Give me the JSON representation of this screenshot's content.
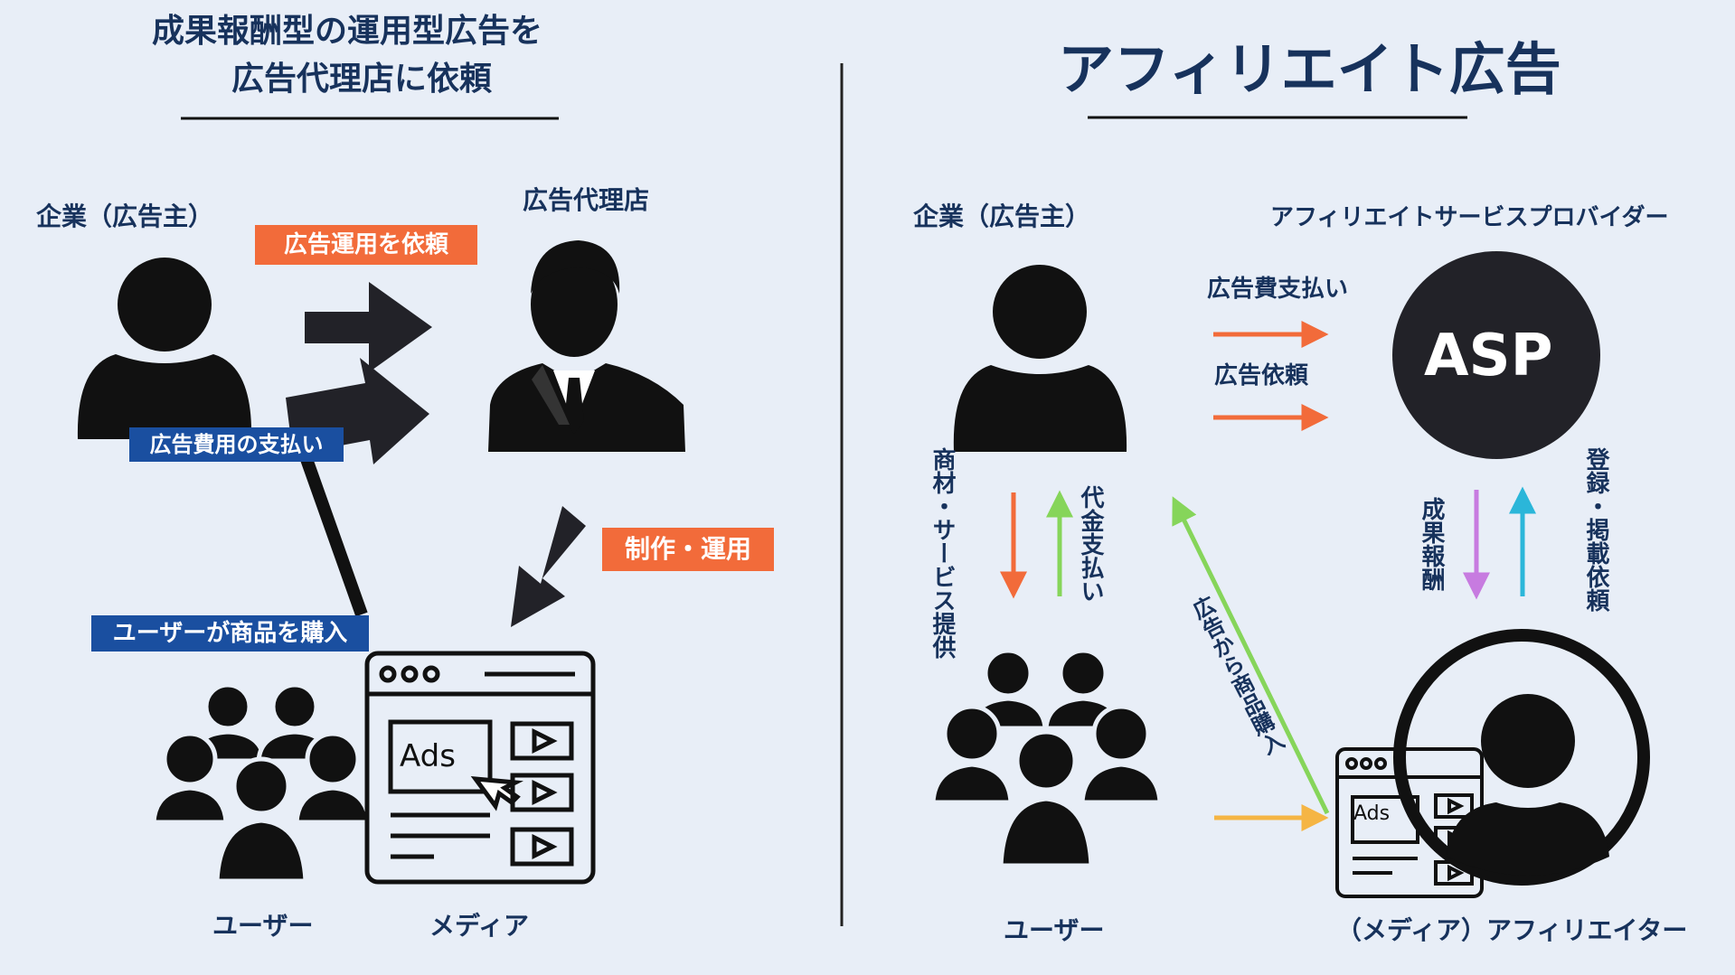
{
  "left": {
    "title_line1": "成果報酬型の運用型広告を",
    "title_line2": "広告代理店に依頼",
    "advertiser_label": "企業（広告主）",
    "agency_label": "広告代理店",
    "user_label": "ユーザー",
    "media_label": "メディア",
    "tag_request": "広告運用を依頼",
    "tag_payment": "広告費用の支払い",
    "tag_production": "制作・運用",
    "tag_purchase": "ユーザーが商品を購入",
    "ads_text": "Ads"
  },
  "right": {
    "title": "アフィリエイト広告",
    "advertiser_label": "企業（広告主）",
    "asp_label": "アフィリエイトサービスプロバイダー",
    "asp_circle_text": "ASP",
    "arrow_fee": "広告費支払い",
    "arrow_request": "広告依頼",
    "vertical_goods": "商材・サービス提供",
    "vertical_payment": "代金支払い",
    "vertical_purchase": "広告から商品購入",
    "vertical_reward": "成果報酬",
    "vertical_register": "登録・掲載依頼",
    "user_label": "ユーザー",
    "affiliate_label": "（メディア）アフィリエイター",
    "ads_text": "Ads"
  },
  "colors": {
    "background": "#e8eef7",
    "title_navy": "#17325c",
    "orange": "#f26b3a",
    "blue_tag": "#1a4fa0",
    "green": "#86d55a",
    "purple": "#c77be0",
    "cyan": "#2bb6d9",
    "yellow": "#f5b544",
    "dark": "#111111",
    "asp_circle": "#222228"
  },
  "icons": [
    "person-icon",
    "businessman-icon",
    "crowd-icon",
    "web-ads-icon",
    "profile-ring-icon",
    "arrow-icon"
  ]
}
